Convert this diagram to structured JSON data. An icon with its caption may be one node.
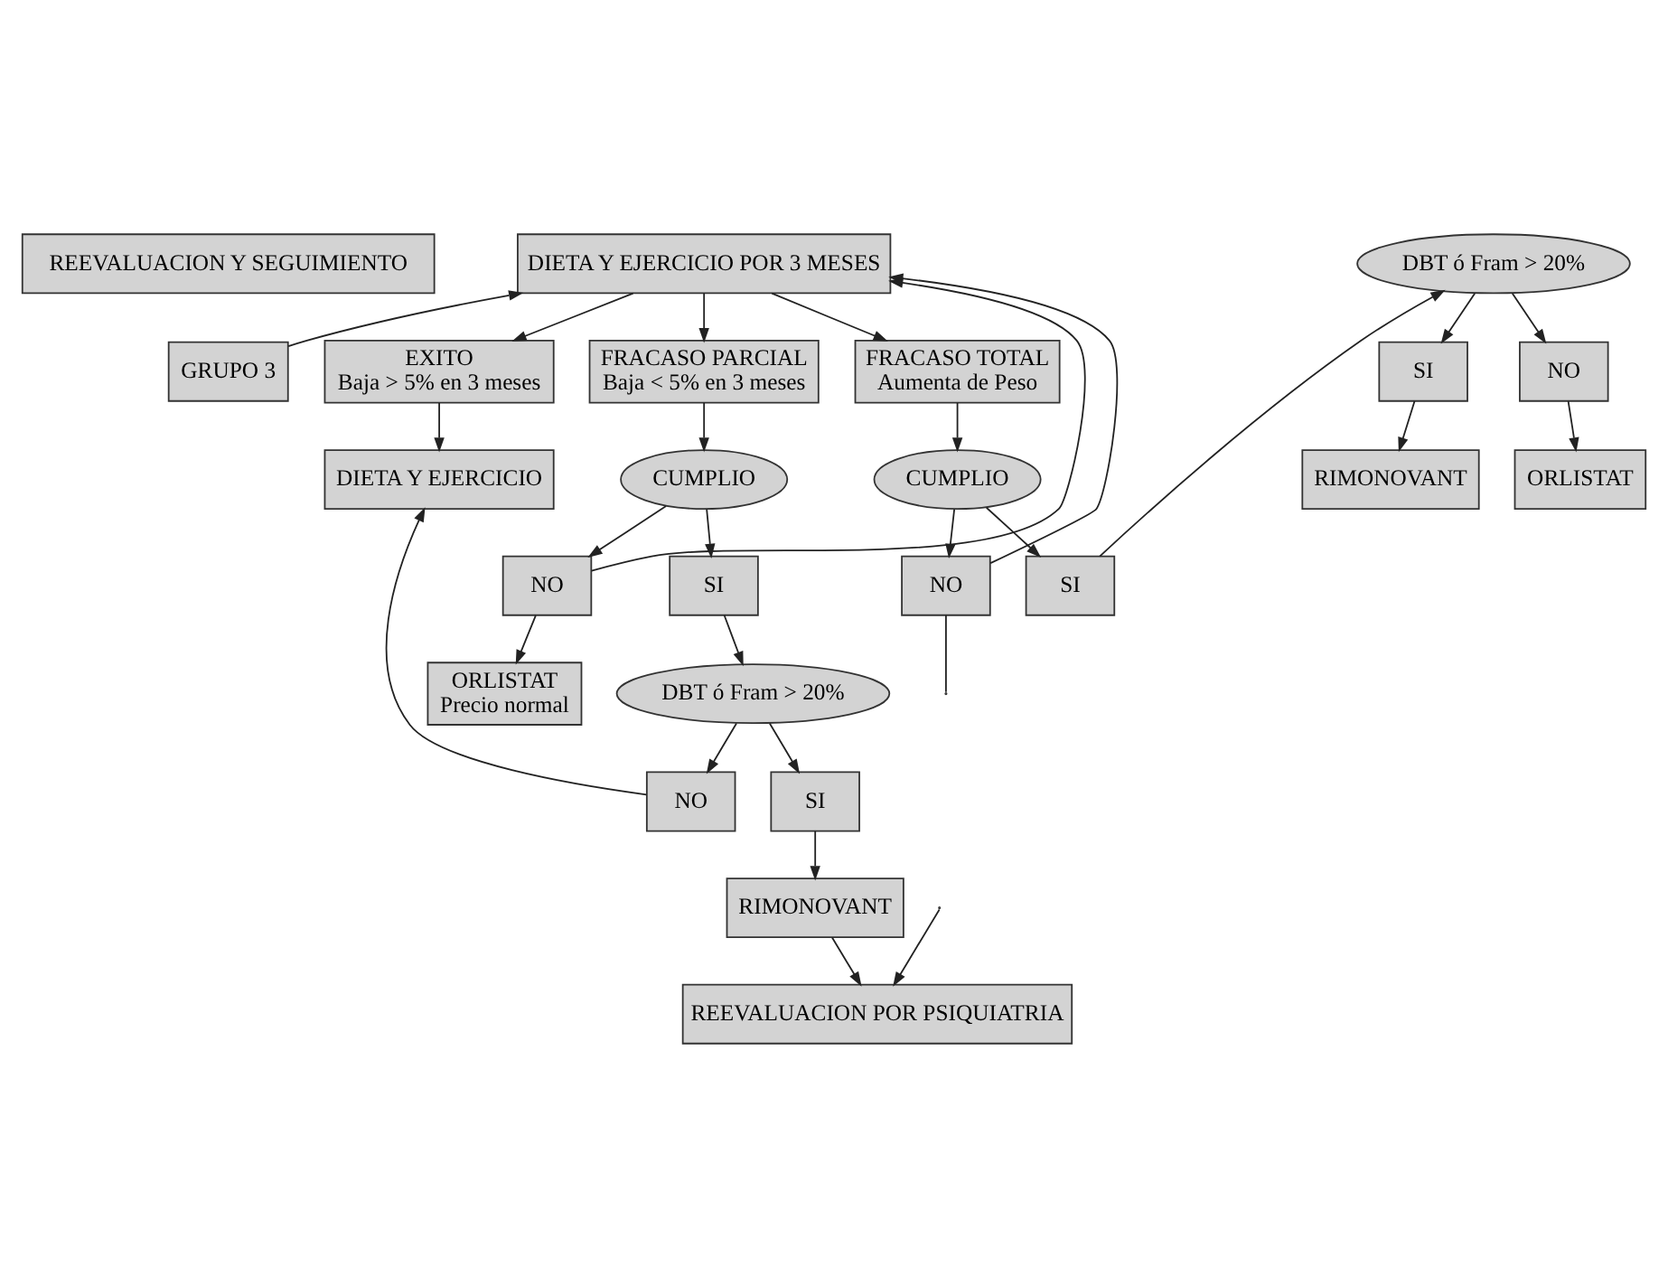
{
  "diagram": {
    "nodes": [
      {
        "text": [
          "REEVALUACION Y SEGUIMIENTO"
        ]
      },
      {
        "text": [
          "GRUPO 3"
        ]
      },
      {
        "text": [
          "DIETA Y EJERCICIO POR 3 MESES"
        ]
      },
      {
        "text": [
          "EXITO",
          "Baja > 5% en 3 meses"
        ]
      },
      {
        "text": [
          "FRACASO PARCIAL",
          "Baja < 5% en 3 meses"
        ]
      },
      {
        "text": [
          "FRACASO TOTAL",
          "Aumenta de Peso"
        ]
      },
      {
        "text": [
          "DIETA Y EJERCICIO"
        ]
      },
      {
        "text": [
          "NO"
        ]
      },
      {
        "text": [
          "CUMPLIO"
        ]
      },
      {
        "text": [
          "CUMPLIO"
        ]
      },
      {
        "text": [
          "NO"
        ]
      },
      {
        "text": [
          "ORLISTAT",
          "Precio normal"
        ]
      },
      {
        "text": [
          "NO"
        ]
      },
      {
        "text": [
          "SI"
        ]
      },
      {
        "text": [
          "RIMONOVANT"
        ]
      },
      {
        "text": [
          "SI"
        ]
      },
      {
        "text": [
          "DBT ó Fram > 20%"
        ]
      },
      {
        "text": [
          "SI"
        ]
      },
      {
        "text": [
          "DBT ó Fram > 20%"
        ]
      },
      {
        "text": [
          "NO"
        ]
      },
      {
        "text": [
          "SI"
        ]
      },
      {
        "text": [
          "REEVALUACION POR PSIQUIATRIA"
        ]
      },
      {
        "text": [
          "RIMONOVANT"
        ]
      },
      {
        "text": [
          "ORLISTAT"
        ]
      }
    ],
    "edges": [
      {
        "from": 1,
        "to": 2,
        "arrow": "to"
      },
      {
        "from": 2,
        "to": 3,
        "arrow": "to"
      },
      {
        "from": 2,
        "to": 4,
        "arrow": "to"
      },
      {
        "from": 2,
        "to": 5,
        "arrow": "to"
      },
      {
        "from": 3,
        "to": 6,
        "arrow": "to"
      },
      {
        "from": 4,
        "to": 8,
        "arrow": "to"
      },
      {
        "from": 8,
        "to": 7,
        "arrow": "to"
      },
      {
        "from": 7,
        "to": 2,
        "arrow": "to"
      },
      {
        "from": 7,
        "to": 11,
        "arrow": "to"
      },
      {
        "from": 5,
        "to": 9,
        "arrow": "to"
      },
      {
        "from": 9,
        "to": 10,
        "arrow": "to"
      },
      {
        "from": 10,
        "to": 2,
        "arrow": "to"
      },
      {
        "from": 10,
        "to": null,
        "arrow": "none"
      },
      {
        "from": 8,
        "to": 13,
        "arrow": "to"
      },
      {
        "from": 13,
        "to": 16,
        "arrow": "to"
      },
      {
        "from": 16,
        "to": 12,
        "arrow": "to"
      },
      {
        "from": 12,
        "to": 6,
        "arrow": "to"
      },
      {
        "from": 16,
        "to": 20,
        "arrow": "to"
      },
      {
        "from": 20,
        "to": 22,
        "arrow": "to"
      },
      {
        "from": 22,
        "to": 21,
        "arrow": "to"
      },
      {
        "from": null,
        "to": 21,
        "arrow": "to"
      },
      {
        "from": 9,
        "to": 15,
        "arrow": "to"
      },
      {
        "from": 15,
        "to": 18,
        "arrow": "to"
      },
      {
        "from": 18,
        "to": 17,
        "arrow": "to"
      },
      {
        "from": 17,
        "to": 14,
        "arrow": "to"
      },
      {
        "from": 18,
        "to": 19,
        "arrow": "to"
      },
      {
        "from": 19,
        "to": 23,
        "arrow": "to"
      }
    ]
  }
}
